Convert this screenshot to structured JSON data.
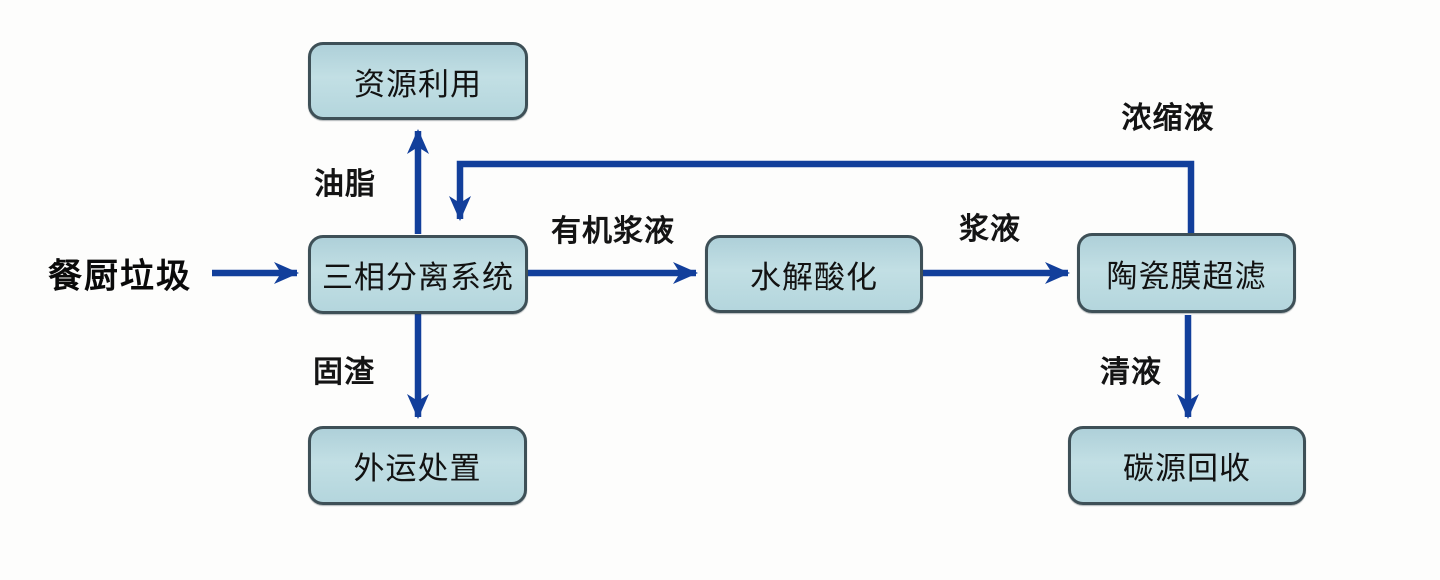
{
  "diagram": {
    "title_semantic": "kitchen-waste-treatment-process-flow",
    "colors": {
      "arrow": "#123f9b",
      "node_fill": "#bcdbe1",
      "node_border": "#3e5057",
      "background": "#fdfdfc",
      "text": "#121212"
    },
    "source": {
      "label": "餐厨垃圾"
    },
    "nodes": [
      {
        "id": "resource-use",
        "label": "资源利用"
      },
      {
        "id": "three-phase-separation",
        "label": "三相分离系统"
      },
      {
        "id": "hydrolysis-acidification",
        "label": "水解酸化"
      },
      {
        "id": "ceramic-membrane-uf",
        "label": "陶瓷膜超滤"
      },
      {
        "id": "outbound-disposal",
        "label": "外运处置"
      },
      {
        "id": "carbon-source-recovery",
        "label": "碳源回收"
      }
    ],
    "edges": [
      {
        "from": "餐厨垃圾",
        "to": "三相分离系统",
        "label": ""
      },
      {
        "from": "三相分离系统",
        "to": "资源利用",
        "label": "油脂"
      },
      {
        "from": "三相分离系统",
        "to": "水解酸化",
        "label": "有机浆液"
      },
      {
        "from": "水解酸化",
        "to": "陶瓷膜超滤",
        "label": "浆液"
      },
      {
        "from": "陶瓷膜超滤",
        "to": "三相分离系统",
        "label": "浓缩液"
      },
      {
        "from": "三相分离系统",
        "to": "外运处置",
        "label": "固渣"
      },
      {
        "from": "陶瓷膜超滤",
        "to": "碳源回收",
        "label": "清液"
      }
    ]
  }
}
